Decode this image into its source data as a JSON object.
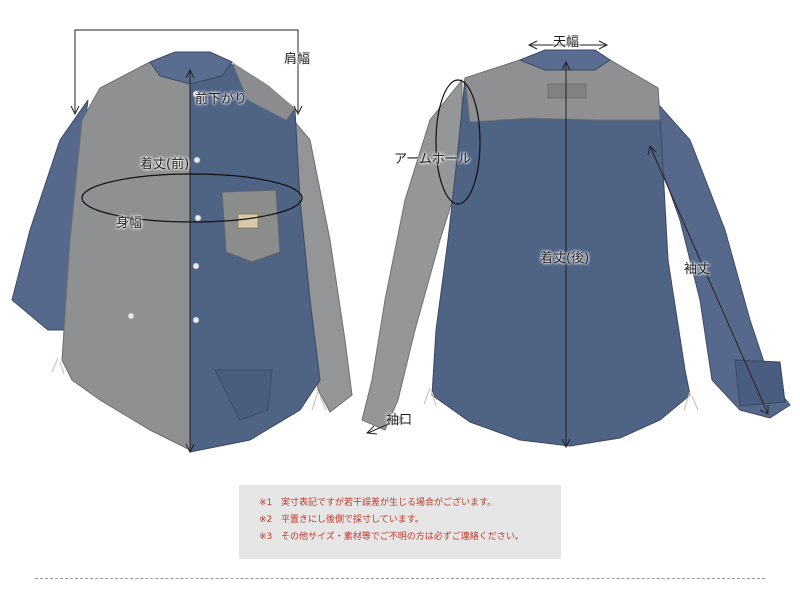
{
  "labels": {
    "shoulder_width": "肩幅",
    "front_drop": "前下がり",
    "front_length": "着丈(前)",
    "body_width": "身幅",
    "top_width": "天幅",
    "armhole": "アームホール",
    "back_length": "着丈(後)",
    "sleeve_length": "袖丈",
    "cuff": "袖口"
  },
  "notes": [
    {
      "mark": "※1",
      "text": "実寸表記ですが若干誤差が生じる場合がございます。"
    },
    {
      "mark": "※2",
      "text": "平置きにし後側で採寸しています。"
    },
    {
      "mark": "※3",
      "text": "その他サイズ・素材等でご不明の方は必ずご連絡ください。"
    }
  ],
  "colors": {
    "note_text": "#c0392b",
    "note_bg": "#e6e6e6",
    "denim": "#4f6385",
    "gray_fabric": "#8e9091"
  }
}
